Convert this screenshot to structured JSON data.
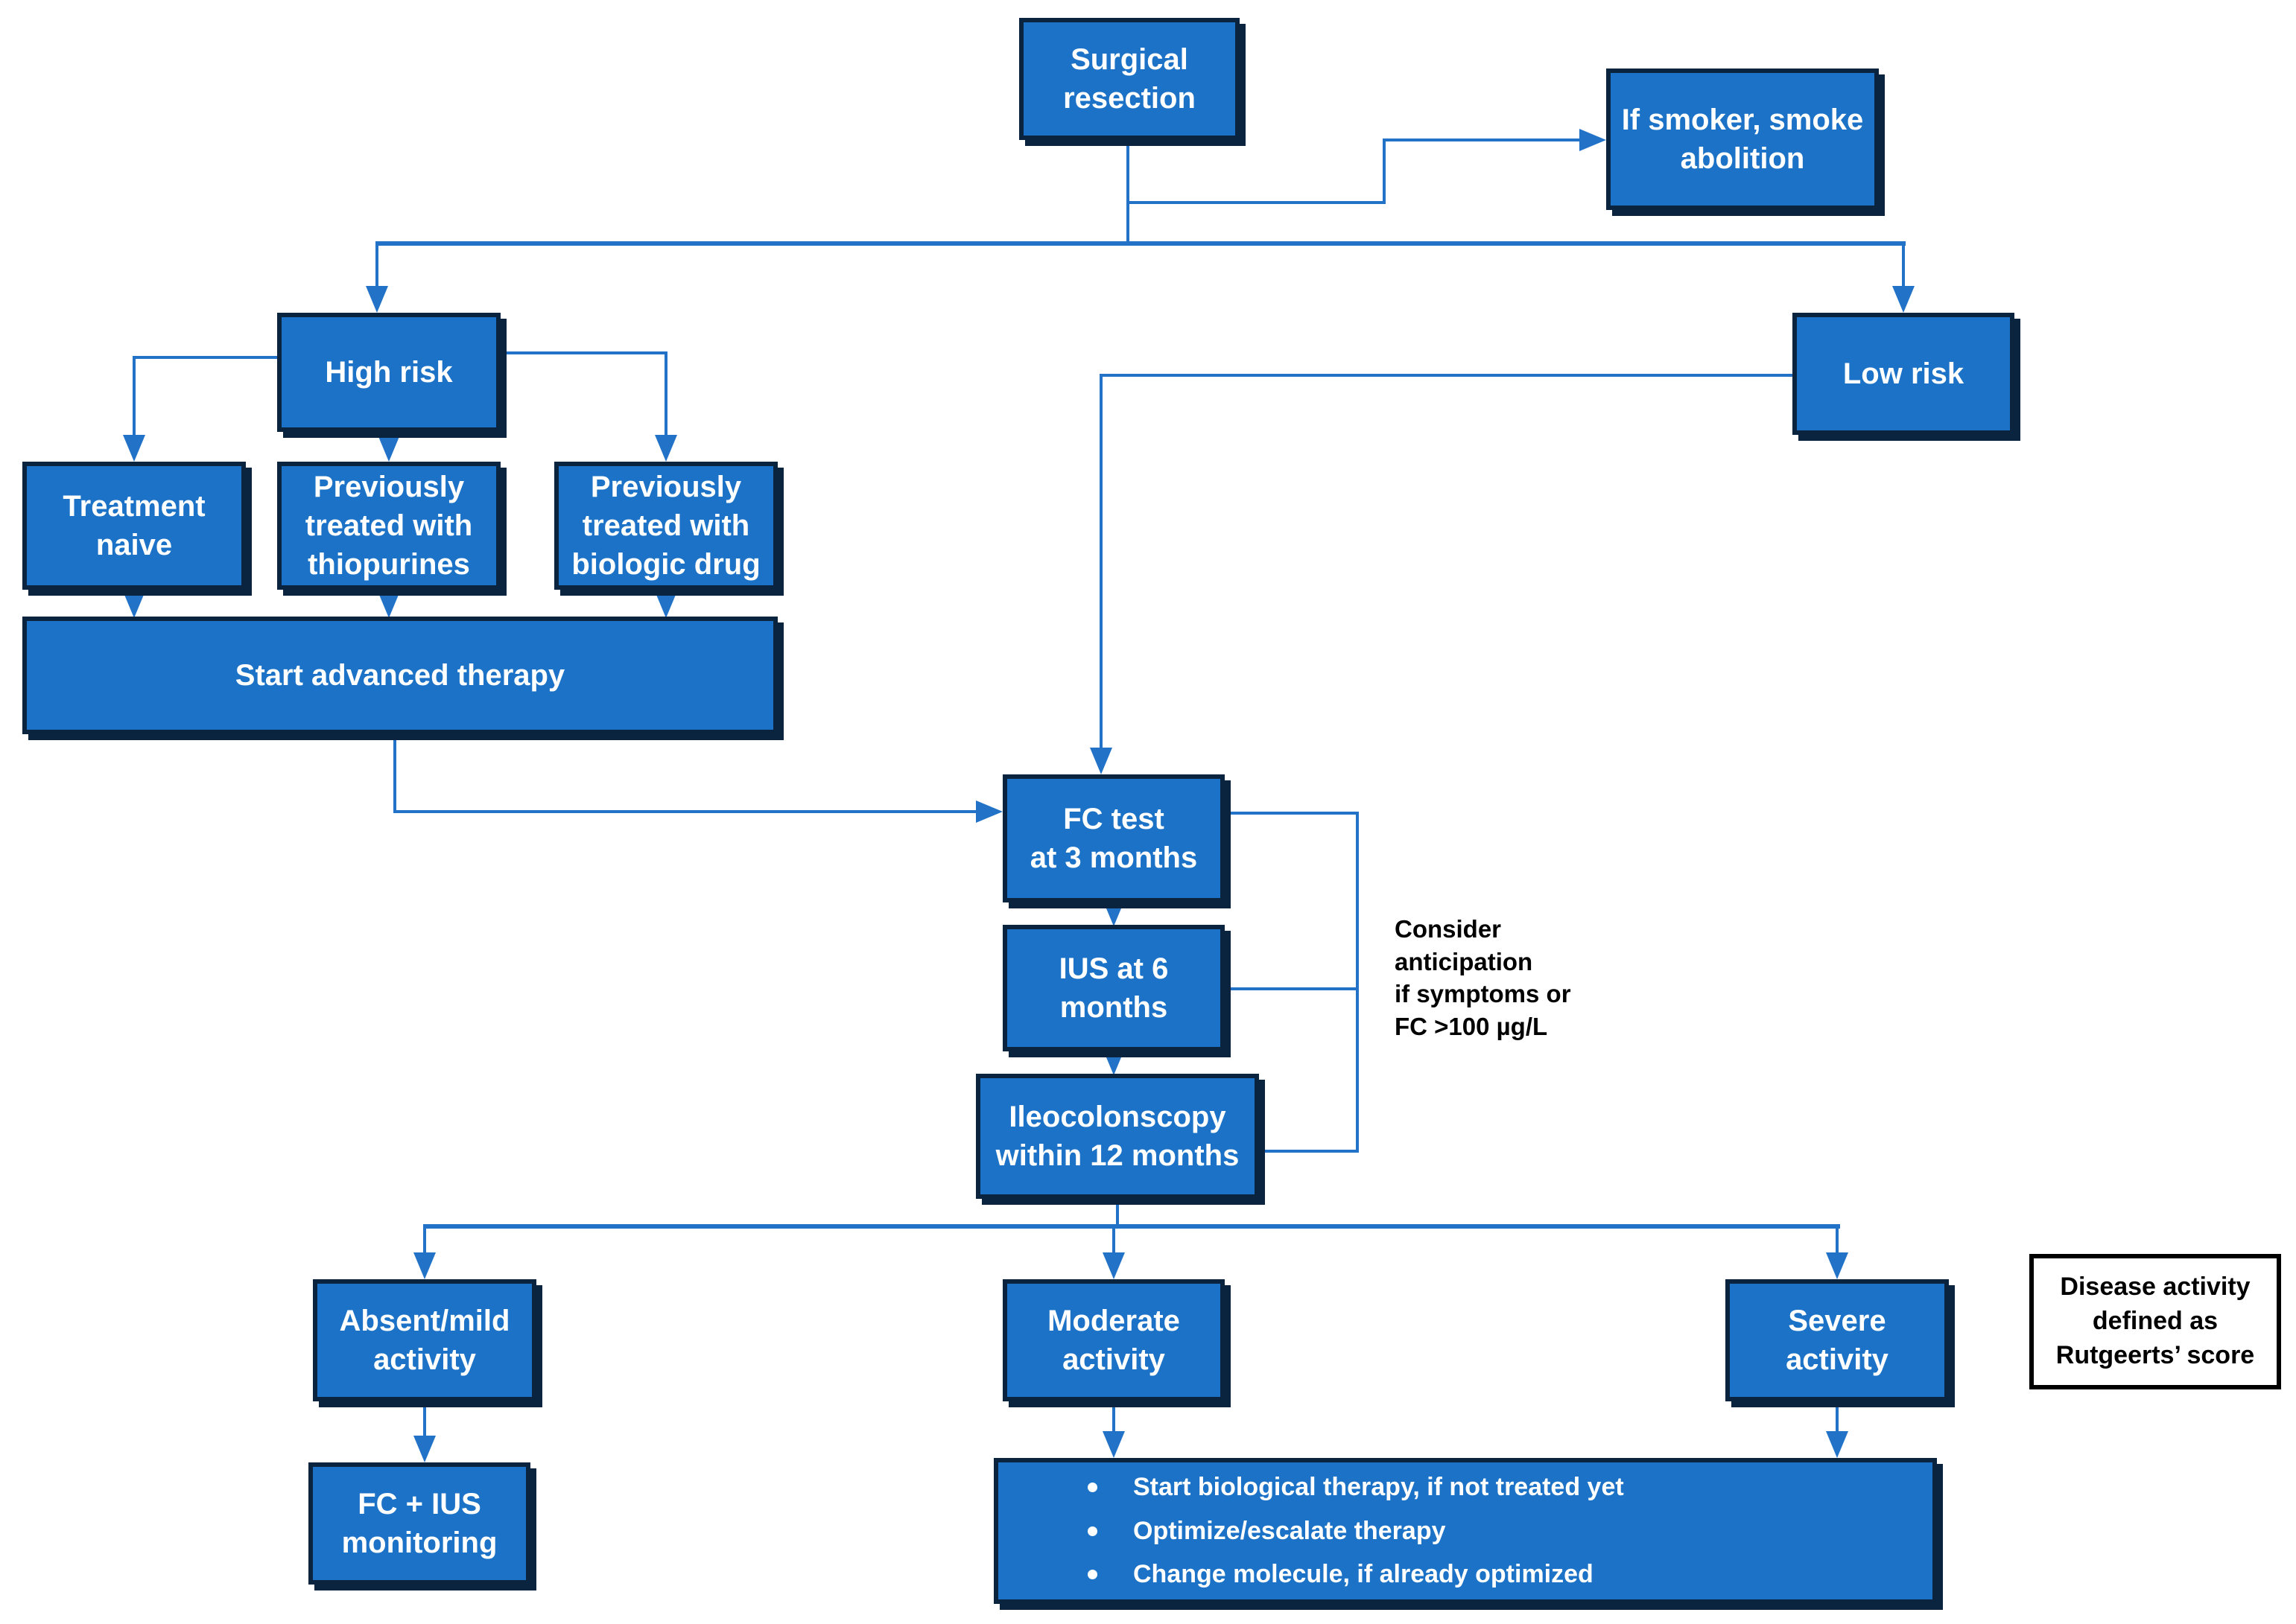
{
  "diagram": {
    "nodes": {
      "surgical": {
        "label": "Surgical\nresection"
      },
      "smoker": {
        "label": "If smoker, smoke\nabolition"
      },
      "high_risk": {
        "label": "High risk"
      },
      "low_risk": {
        "label": "Low risk"
      },
      "treatment_naive": {
        "label": "Treatment\nnaive"
      },
      "prev_thiopurines": {
        "label": "Previously\ntreated with\nthiopurines"
      },
      "prev_biologic": {
        "label": "Previously\ntreated with\nbiologic drug"
      },
      "start_advanced": {
        "label": "Start advanced therapy"
      },
      "fc_test": {
        "label": "FC test\nat 3 months"
      },
      "ius": {
        "label": "IUS at 6\nmonths"
      },
      "ileocolonscopy": {
        "label": "Ileocolonscopy\nwithin 12 months"
      },
      "absent_mild": {
        "label": "Absent/mild\nactivity"
      },
      "moderate": {
        "label": "Moderate\nactivity"
      },
      "severe": {
        "label": "Severe\nactivity"
      },
      "fc_ius_monitoring": {
        "label": "FC + IUS\nmonitoring"
      },
      "disease_note": {
        "label": "Disease activity\ndefined as\nRutgeerts’ score"
      }
    },
    "annotations": {
      "consider": "Consider\nanticipation\nif symptoms or\nFC >100 µg/L"
    },
    "action_box": {
      "bullets": [
        "Start biological therapy, if not treated yet",
        "Optimize/escalate therapy",
        "Change molecule, if already optimized"
      ]
    },
    "colors": {
      "box_fill": "#1b72c6",
      "box_border": "#0a2440",
      "line": "#2273c8",
      "note_border": "#000000",
      "note_text": "#000000",
      "text": "#ffffff"
    }
  }
}
